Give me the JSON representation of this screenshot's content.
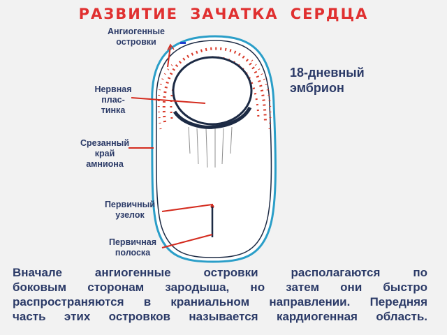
{
  "title": "РАЗВИТИЕ  ЗАЧАТКА  СЕРДЦА",
  "age_label": [
    "18-дневный",
    "эмбрион"
  ],
  "labels": {
    "angiogenic": [
      "Ангиогенные",
      "островки"
    ],
    "neural": [
      "Нервная",
      "плас-",
      "тинка"
    ],
    "amnion": [
      "Срезанный",
      "край",
      "амниона"
    ],
    "node": [
      "Первичный",
      "узелок"
    ],
    "streak": [
      "Первичная",
      "полоска"
    ]
  },
  "caption": [
    "Вначале ангиогенные островки располагаются по",
    "боковым сторонам зародыша, но затем они быстро",
    "распространяются в краниальном направлении. Передняя",
    "часть этих островков называется кардиогенная область."
  ],
  "colors": {
    "title": "#e03030",
    "text": "#2b3a67",
    "outline": "#2a9ec8",
    "pointer": "#d42b1e",
    "islands": "#d93a2a"
  }
}
